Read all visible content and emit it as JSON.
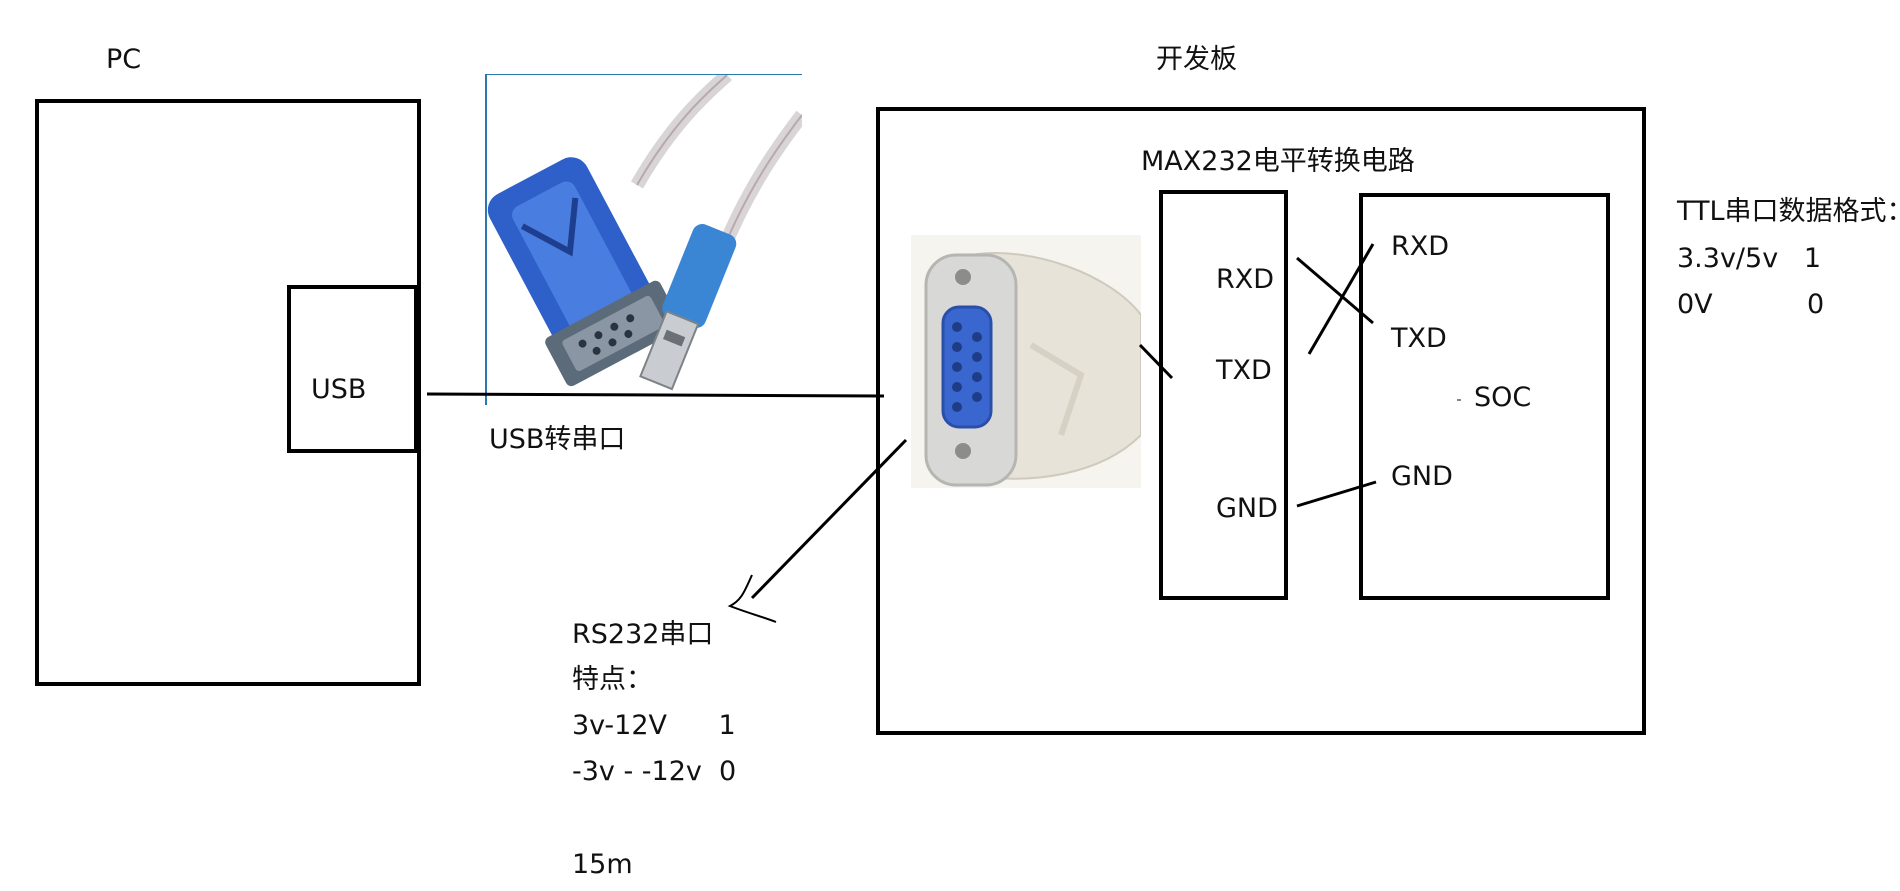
{
  "labels": {
    "pc": "PC",
    "dev_board": "开发板",
    "usb_port": "USB",
    "usb_to_serial": "USB转串口",
    "max232": "MAX232电平转换电路",
    "max_rxd": "RXD",
    "max_txd": "TXD",
    "max_gnd": "GND",
    "soc_rxd": "RXD",
    "soc_txd": "TXD",
    "soc_gnd": "GND",
    "soc": "SOC",
    "ttl": {
      "title": "TTL串口数据格式：",
      "high": "3.3v/5v   1",
      "low": "0V           0"
    },
    "rs232": {
      "title": "RS232串口",
      "feature": "特点：",
      "high": "3v-12V      1",
      "low": "-3v - -12v  0",
      "distance": "15m"
    }
  },
  "icons": {
    "usb_serial_cable": "usb-to-db9-serial-cable-photo",
    "db9_connector": "db9-female-connector-photo"
  },
  "colors": {
    "line": "#000000",
    "connector_blue": "#2f5fc8",
    "cable_grey": "#d9d4d6",
    "beige": "#e7e3d8"
  }
}
